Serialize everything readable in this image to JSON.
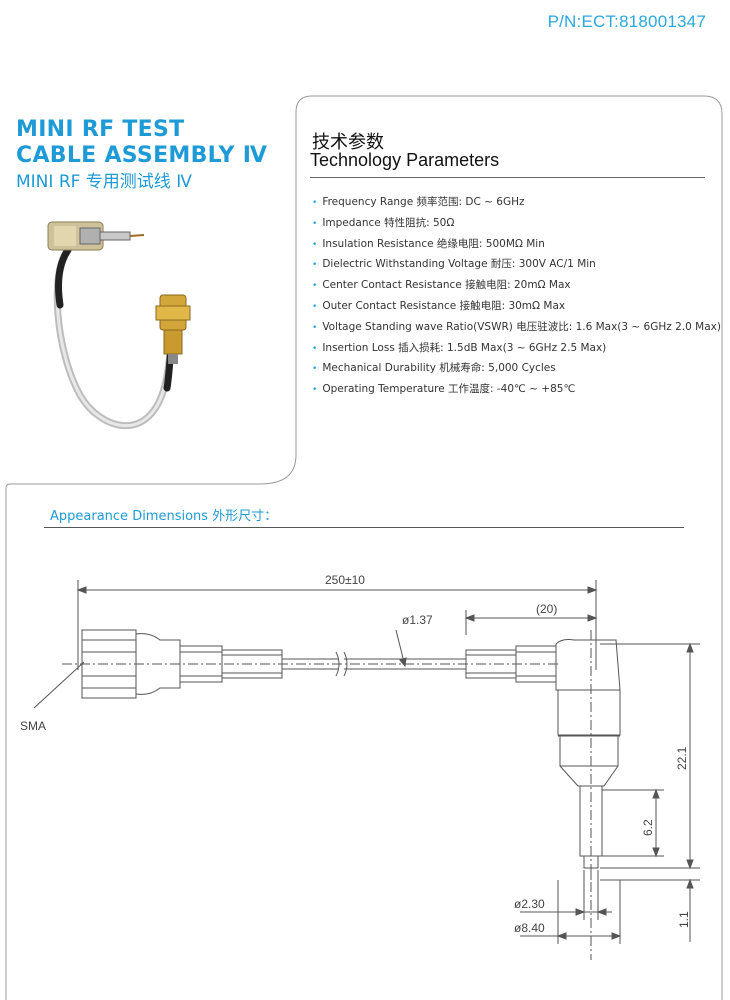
{
  "part_number": "P/N:ECT:818001347",
  "product": {
    "title_line1": "MINI RF TEST",
    "title_line2": "CABLE ASSEMBLY Ⅳ",
    "subtitle": "MINI RF 专用测试线 Ⅳ"
  },
  "tech_params": {
    "heading_cn": "技术参数",
    "heading_en": "Technology Parameters",
    "items": [
      "Frequency Range 频率范围: DC ~ 6GHz",
      "Impedance 特性阻抗: 50Ω",
      "Insulation Resistance 绝缘电阻: 500MΩ  Min",
      "Dielectric Withstanding Voltage 耐压: 300V AC/1 Min",
      "Center Contact Resistance 接触电阻: 20mΩ  Max",
      "Outer Contact Resistance 接触电阻: 30mΩ  Max",
      "Voltage Standing wave Ratio(VSWR) 电压驻波比: 1.6 Max(3 ~ 6GHz 2.0 Max)",
      "Insertion Loss 插入损耗: 1.5dB Max(3 ~ 6GHz 2.5 Max)",
      "Mechanical Durability 机械寿命: 5,000 Cycles",
      "Operating Temperature 工作温度: -40℃ ~ +85℃"
    ]
  },
  "appearance": {
    "heading": "Appearance Dimensions 外形尺寸：",
    "dims": {
      "length": "250±10",
      "cable_diameter": "ø1.37",
      "bend_offset": "(20)",
      "height": "22.1",
      "pin_length": "6.2",
      "pin_diameter": "ø2.30",
      "body_diameter": "ø8.40",
      "tip": "1.1"
    },
    "connector_label": "SMA"
  },
  "colors": {
    "accent": "#1e9ad6",
    "line": "#555555"
  },
  "icons": {
    "list_bullet": "•"
  }
}
